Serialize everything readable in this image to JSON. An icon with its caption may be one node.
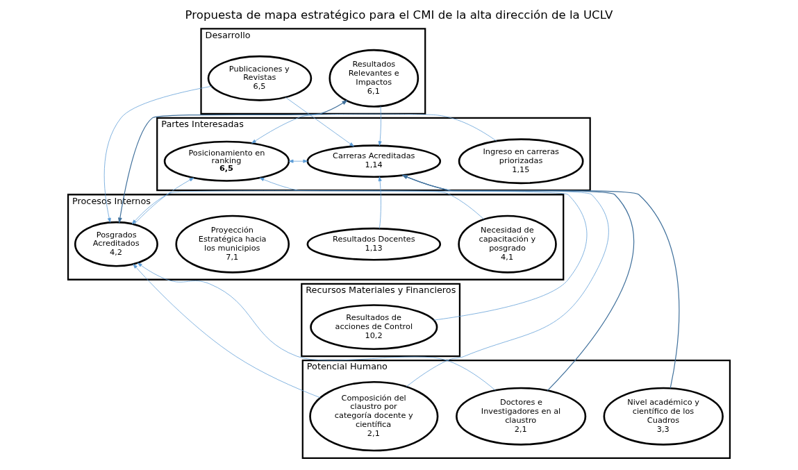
{
  "diagram": {
    "title": "Propuesta de mapa estratégico para el CMI de la alta dirección de la UCLV",
    "nodes": [
      {
        "text": [
          "Desarrollo"
        ]
      },
      {
        "text": [
          "Resultados Relevantes e Impactos",
          "6,1"
        ],
        "in": 0
      },
      {
        "text": [
          "Publicaciones y Revistas",
          "6,5"
        ],
        "in": 0
      },
      {
        "text": [
          "Partes Interesadas"
        ]
      },
      {
        "text": [
          "Carreras Acreditadas",
          "1,14"
        ],
        "in": 3
      },
      {
        "text": [
          "Ingreso en carreras priorizadas",
          "1,15"
        ],
        "in": 3
      },
      {
        "text": [
          "Posicionamiento en ranking",
          "**6,5**"
        ],
        "in": 3
      },
      {
        "text": [
          "Procesos Internos"
        ]
      },
      {
        "text": [
          "Resultados Docentes",
          "1,13"
        ],
        "in": 7
      },
      {
        "text": [
          "Necesidad de capacitación y posgrado",
          "4,1"
        ],
        "in": 7
      },
      {
        "text": [
          "Posgrados Acreditados",
          "4,2"
        ],
        "in": 7
      },
      {
        "text": [
          "Proyección Estratégica hacia los municipios",
          "7,1"
        ],
        "in": 7
      },
      {
        "text": [
          "Recursos Materiales y Financieros"
        ]
      },
      {
        "text": [
          "Resultados de acciones de Control",
          "10,2"
        ],
        "in": 12
      },
      {
        "text": [
          "Potencial Humano"
        ]
      },
      {
        "text": [
          "Composición del claustro por categoría docente y científica",
          "2,1"
        ],
        "in": 14
      },
      {
        "text": [
          "Doctores e Investigadores en al claustro",
          "2,1"
        ],
        "in": 14
      },
      {
        "text": [
          "Nivel académico y científico de los Cuadros",
          "3,3"
        ],
        "in": 14
      }
    ],
    "edges": [
      {
        "from": 1,
        "to": 4,
        "arrow": "to"
      },
      {
        "from": 2,
        "to": 4,
        "arrow": "to"
      },
      {
        "from": 1,
        "to": 10,
        "arrow": "both",
        "color": "#41719c"
      },
      {
        "from": 2,
        "to": 10,
        "arrow": "to"
      },
      {
        "from": 5,
        "to": 6,
        "arrow": "to"
      },
      {
        "from": 10,
        "to": 6,
        "arrow": "to"
      },
      {
        "from": 4,
        "to": 6,
        "arrow": "both"
      },
      {
        "from": 8,
        "to": 4,
        "arrow": "to"
      },
      {
        "from": 9,
        "to": 10,
        "arrow": "to"
      },
      {
        "from": 13,
        "to": 6,
        "arrow": "to"
      },
      {
        "from": 15,
        "to": 4,
        "arrow": "to"
      },
      {
        "from": 15,
        "to": 10,
        "arrow": "to"
      },
      {
        "from": 16,
        "to": 10,
        "arrow": "to"
      },
      {
        "from": 16,
        "to": 4,
        "arrow": "to",
        "color": "#41719c"
      },
      {
        "from": 17,
        "to": 4,
        "arrow": "to",
        "color": "#41719c"
      }
    ]
  }
}
